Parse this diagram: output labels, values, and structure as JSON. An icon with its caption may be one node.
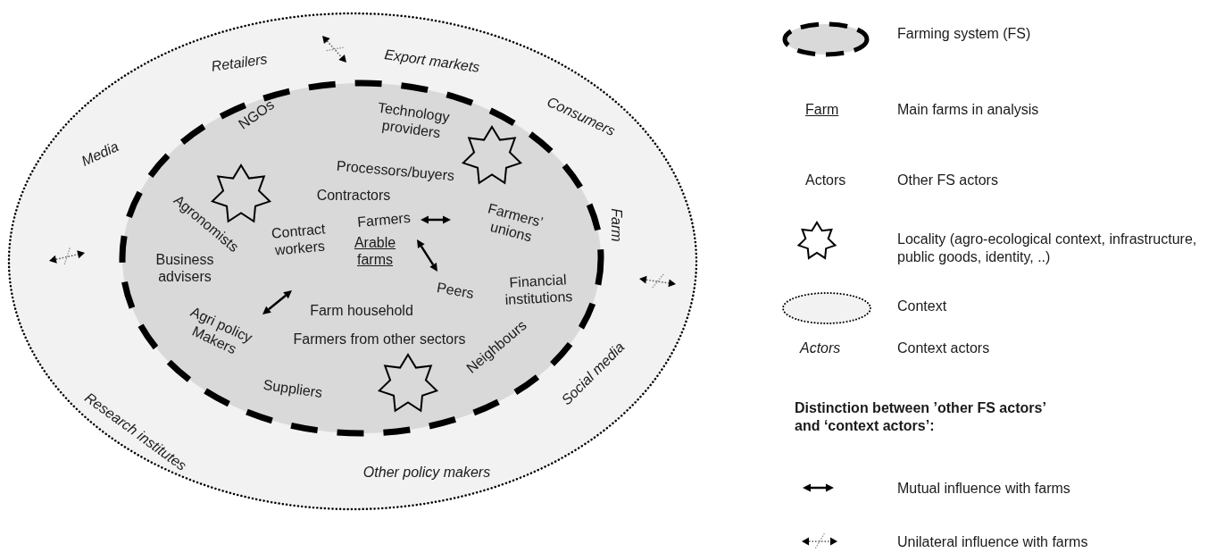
{
  "diagram": {
    "nodes": [
      {
        "text": [
          "Retailers",
          "Export markets",
          "Media",
          "Consumers",
          "Farm",
          "Social media",
          "Research institutes",
          "Other policy makers"
        ]
      },
      {
        "text": [
          "Technology providers",
          "NGOs",
          "Processors/buyers",
          "Contractors",
          "Agronomists",
          "Contract workers",
          "Farmers",
          "Farmers’ unions",
          "Arable farms",
          "Business advisers",
          "Financial institutions",
          "Peers",
          "Farm household",
          "Agri policy Makers",
          "Farmers from other sectors",
          "Neighbours",
          "Suppliers"
        ],
        "in": 0
      }
    ],
    "labels": [
      "Farm",
      "Actors",
      "Actors",
      "Distinction between ’other FS actors’  and ‘context actors’:"
    ],
    "legend": [
      {
        "text": "Farming system (FS)"
      },
      {
        "text": "Main farms in analysis"
      },
      {
        "text": "Other FS actors"
      },
      {
        "text": "Locality (agro-ecological context, infrastructure, public goods, identity, ..)"
      },
      {
        "text": "Context"
      },
      {
        "text": "Context actors"
      },
      {
        "text": "Mutual influence with farms"
      },
      {
        "text": "Unilateral influence with farms"
      }
    ]
  }
}
